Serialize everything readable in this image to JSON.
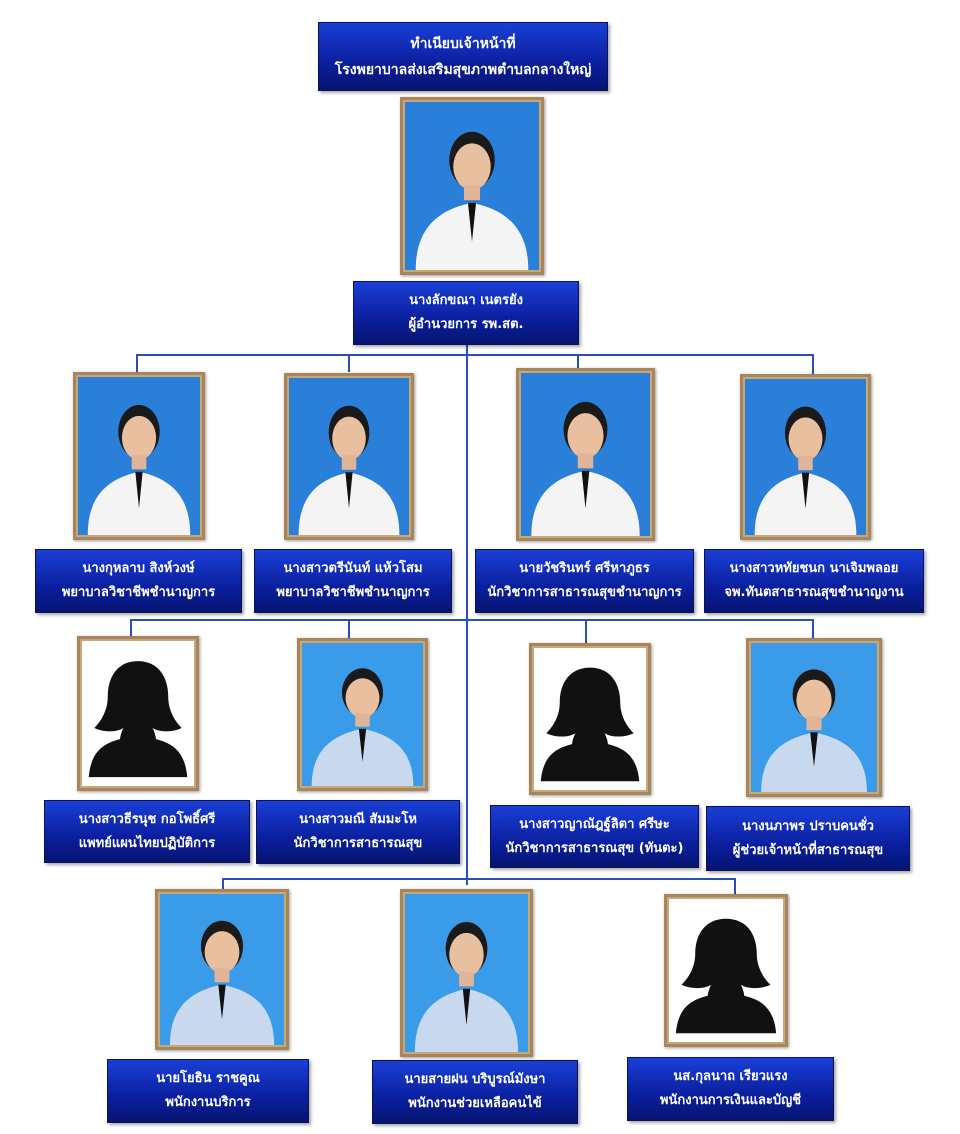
{
  "title": {
    "line1": "ทำเนียบเจ้าหน้าที่",
    "line2": "โรงพยาบาลส่งเสริมสุขภาพตำบลกลางใหญ่"
  },
  "colors": {
    "box": "#0a1f9e",
    "line": "#2a4fb8",
    "frame": "#a8855a"
  },
  "director": {
    "name": "นางลักขณา เนตรยัง",
    "position": "ผู้อำนวยการ รพ.สต.",
    "photo": "portrait-blue"
  },
  "staff": [
    {
      "name": "นางกุหลาบ  สิงห์วงษ์",
      "position": "พยาบาลวิชาชีพชำนาญการ",
      "photo": "portrait-blue"
    },
    {
      "name": "นางสาวตรีนันท์ แห้วโสม",
      "position": "พยาบาลวิชาชีพชำนาญการ",
      "photo": "portrait-blue"
    },
    {
      "name": "นายวัชรินทร์  ศรีหาภูธร",
      "position": "นักวิชาการสาธารณสุขชำนาญการ",
      "photo": "portrait-blue"
    },
    {
      "name": "นางสาวหทัยชนก นาเจิมพลอย",
      "position": "จพ.ทันตสาธารณสุขชำนาญงาน",
      "photo": "portrait-blue"
    },
    {
      "name": "นางสาวธีรนุช กอโพธิ์ศรี",
      "position": "แพทย์แผนไทยปฏิบัติการ",
      "photo": "silhouette"
    },
    {
      "name": "นางสาวมณี สัมมะโห",
      "position": "นักวิชาการสาธารณสุข",
      "photo": "portrait-light"
    },
    {
      "name": "นางสาวญาณัฎฐ์ลิตา ศรีษะ",
      "position": "นักวิชาการสาธารณสุข (ทันตะ)",
      "photo": "silhouette"
    },
    {
      "name": "นางนภาพร ปราบคนชั่ว",
      "position": "ผู้ช่วยเจ้าหน้าที่สาธารณสุข",
      "photo": "portrait-light"
    },
    {
      "name": "นายโยธิน  ราชคูณ",
      "position": "พนักงานบริการ",
      "photo": "portrait-light"
    },
    {
      "name": "นายสายฝน บริบูรณ์มังษา",
      "position": "พนักงานช่วยเหลือคนไข้",
      "photo": "portrait-light"
    },
    {
      "name": "นส.กุลนาถ  เรียวแรง",
      "position": "พนักงานการเงินและบัญชี",
      "photo": "silhouette"
    }
  ]
}
